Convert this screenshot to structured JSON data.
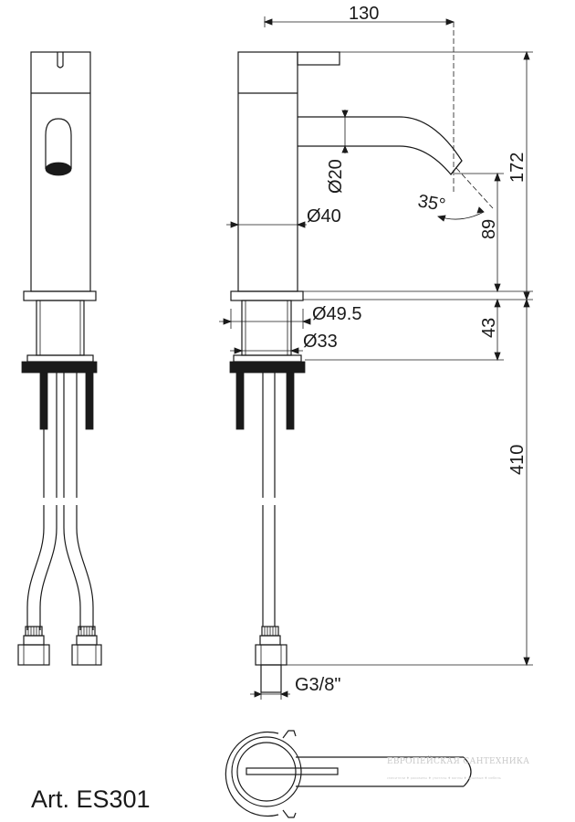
{
  "drawing": {
    "article_label": "Art. ES301",
    "dimensions": {
      "width_130": "130",
      "height_172": "172",
      "spout_diameter": "Ø20",
      "spout_angle": "35°",
      "spout_height": "89",
      "body_diameter": "Ø40",
      "flange_diameter": "Ø49.5",
      "shank_diameter": "Ø33",
      "flange_height": "43",
      "hose_length": "410",
      "thread": "G3/8\""
    },
    "watermark": {
      "line1": "ЕВРОПЕЙСКАЯ САНТЕХНИКА",
      "line2": "смесители ♦ раковины ♦ унитазы ♦ ванны ♦ душевые ♦ мебель"
    }
  }
}
